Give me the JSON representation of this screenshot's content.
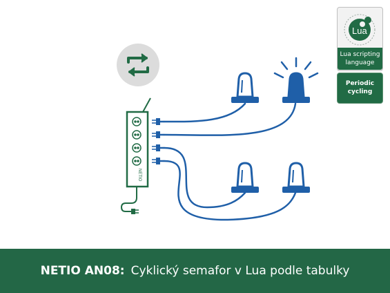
{
  "badge": {
    "logo_text": "Lua",
    "caption_line1": "Lua scripting",
    "caption_line2": "language",
    "mode_line1": "Periodic",
    "mode_line2": "cycling"
  },
  "power_strip": {
    "brand": "NETIO"
  },
  "footer": {
    "code": "NETIO AN08:",
    "title": "Cyklický semafor v Lua podle tabulky"
  },
  "colors": {
    "green": "#216b45",
    "blue": "#1f5fa8",
    "light_blue": "#2e74c6",
    "grey": "#dcdcdc"
  },
  "icons": {
    "cycle": "repeat-arrows-icon",
    "lights": "beacon-light-icon",
    "plug": "power-plug-icon"
  }
}
